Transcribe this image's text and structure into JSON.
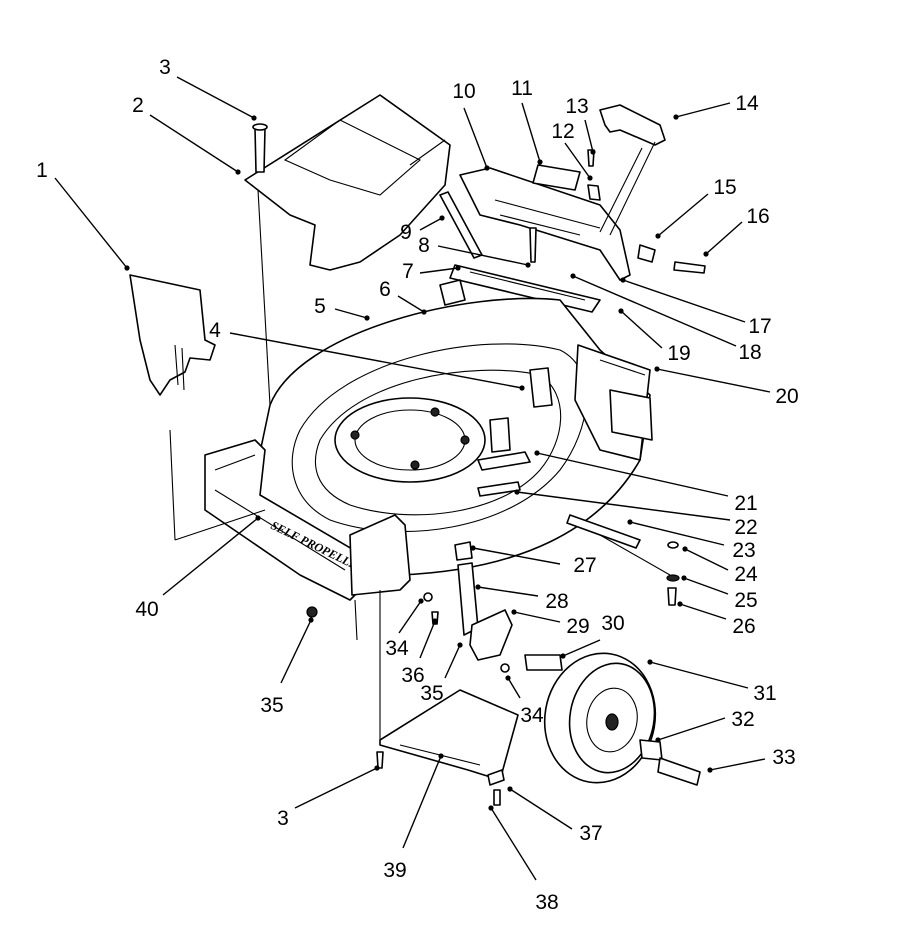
{
  "diagram": {
    "part_numbers": [
      "1",
      "2",
      "3",
      "4",
      "5",
      "6",
      "7",
      "8",
      "9",
      "10",
      "11",
      "12",
      "13",
      "14",
      "15",
      "16",
      "17",
      "18",
      "19",
      "20",
      "21",
      "22",
      "23",
      "24",
      "25",
      "26",
      "27",
      "28",
      "29",
      "30",
      "31",
      "32",
      "33",
      "34",
      "35",
      "36",
      "37",
      "38",
      "39",
      "40"
    ],
    "callouts": [
      {
        "id": "c1",
        "label": "1"
      },
      {
        "id": "c2",
        "label": "2"
      },
      {
        "id": "c3a",
        "label": "3"
      },
      {
        "id": "c3b",
        "label": "3"
      },
      {
        "id": "c4",
        "label": "4"
      },
      {
        "id": "c5",
        "label": "5"
      },
      {
        "id": "c6",
        "label": "6"
      },
      {
        "id": "c7",
        "label": "7"
      },
      {
        "id": "c8",
        "label": "8"
      },
      {
        "id": "c9",
        "label": "9"
      },
      {
        "id": "c10",
        "label": "10"
      },
      {
        "id": "c11",
        "label": "11"
      },
      {
        "id": "c12",
        "label": "12"
      },
      {
        "id": "c13",
        "label": "13"
      },
      {
        "id": "c14",
        "label": "14"
      },
      {
        "id": "c15",
        "label": "15"
      },
      {
        "id": "c16",
        "label": "16"
      },
      {
        "id": "c17",
        "label": "17"
      },
      {
        "id": "c18",
        "label": "18"
      },
      {
        "id": "c19",
        "label": "19"
      },
      {
        "id": "c20",
        "label": "20"
      },
      {
        "id": "c21",
        "label": "21"
      },
      {
        "id": "c22",
        "label": "22"
      },
      {
        "id": "c23",
        "label": "23"
      },
      {
        "id": "c24",
        "label": "24"
      },
      {
        "id": "c25",
        "label": "25"
      },
      {
        "id": "c26",
        "label": "26"
      },
      {
        "id": "c27",
        "label": "27"
      },
      {
        "id": "c28",
        "label": "28"
      },
      {
        "id": "c29",
        "label": "29"
      },
      {
        "id": "c30",
        "label": "30"
      },
      {
        "id": "c31",
        "label": "31"
      },
      {
        "id": "c32",
        "label": "32"
      },
      {
        "id": "c33",
        "label": "33"
      },
      {
        "id": "c34a",
        "label": "34"
      },
      {
        "id": "c34b",
        "label": "34"
      },
      {
        "id": "c35a",
        "label": "35"
      },
      {
        "id": "c35b",
        "label": "35"
      },
      {
        "id": "c36",
        "label": "36"
      },
      {
        "id": "c37",
        "label": "37"
      },
      {
        "id": "c38",
        "label": "38"
      },
      {
        "id": "c39",
        "label": "39"
      },
      {
        "id": "c40",
        "label": "40"
      }
    ],
    "decal_text": "SELF PROPELLED",
    "colors": {
      "ink": "#000000",
      "paper": "#ffffff"
    }
  }
}
